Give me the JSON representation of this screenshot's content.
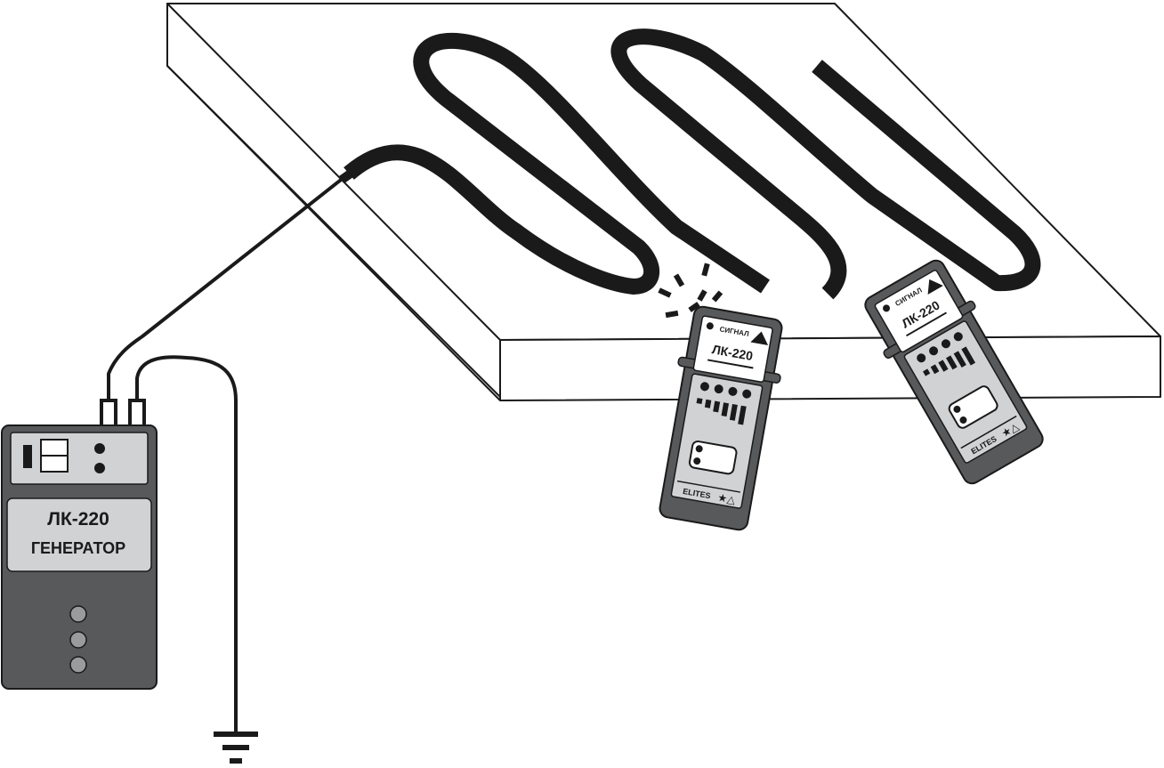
{
  "generator": {
    "model": "ЛК-220",
    "role": "ГЕНЕРАТОР"
  },
  "receivers": [
    {
      "model": "ЛК-220",
      "signal_label": "СИГНАЛ",
      "brand": "ELITES",
      "signal_active": true
    },
    {
      "model": "ЛК-220",
      "signal_label": "СИГНАЛ",
      "brand": "ELITES",
      "signal_active": false
    }
  ],
  "icons": {
    "ground": "ground-symbol-icon",
    "signal": "signal-waves-icon"
  },
  "colors": {
    "device_body": "#58595b",
    "panel": "#d1d2d4",
    "cable": "#1a1a1a",
    "slab_outline": "#1a1a1a"
  }
}
